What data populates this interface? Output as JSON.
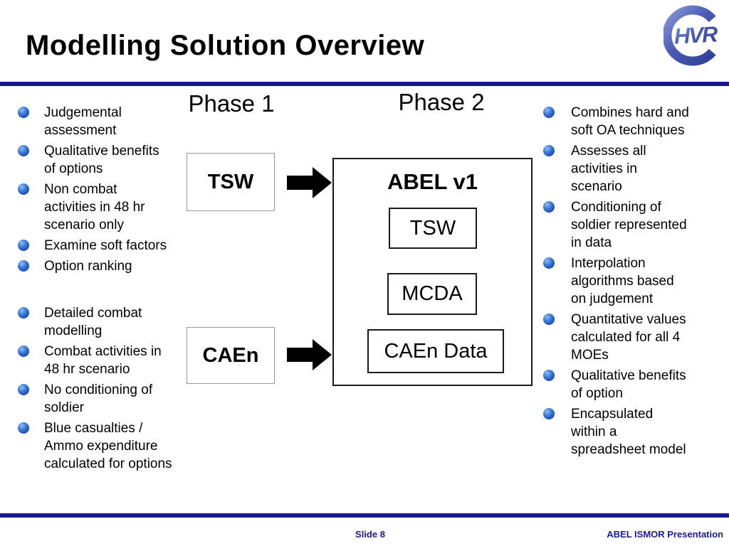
{
  "slide": {
    "title": "Modelling Solution Overview",
    "footer": {
      "slide_number": "Slide 8",
      "presentation": "ABEL ISMOR Presentation"
    },
    "logo": {
      "letter": "C",
      "text": "HVR"
    },
    "colors": {
      "rule_navy": "#16168F",
      "footer_text": "#1B1B8C",
      "bullet_blue": "#2E6AD0",
      "logo_blue": "#4A5CB4",
      "box_border_gray": "#999999",
      "box_border_black": "#1A1A1A"
    }
  },
  "bullets": {
    "left_group1": [
      "Judgemental\nassessment",
      "Qualitative benefits\nof options",
      "Non combat\nactivities in 48 hr\nscenario only",
      "Examine soft factors",
      "Option ranking"
    ],
    "left_group2": [
      "Detailed combat\nmodelling",
      "Combat activities in\n48 hr scenario",
      "No conditioning of\nsoldier",
      "Blue casualties /\nAmmo expenditure\ncalculated for options"
    ],
    "right": [
      "Combines hard and\nsoft OA techniques",
      "Assesses all\nactivities in\nscenario",
      "Conditioning of\nsoldier represented\nin data",
      "Interpolation\nalgorithms based\non judgement",
      "Quantitative values\ncalculated for all 4\nMOEs",
      "Qualitative benefits\nof option",
      "Encapsulated\nwithin a\nspreadsheet model"
    ]
  },
  "diagram": {
    "phase1_label": "Phase 1",
    "phase2_label": "Phase 2",
    "tsw_source_box": "TSW",
    "caen_source_box": "CAEn",
    "abel_title": "ABEL v1",
    "abel_tsw_box": "TSW",
    "abel_mcda_box": "MCDA",
    "abel_caen_data_box": "CAEn Data"
  }
}
